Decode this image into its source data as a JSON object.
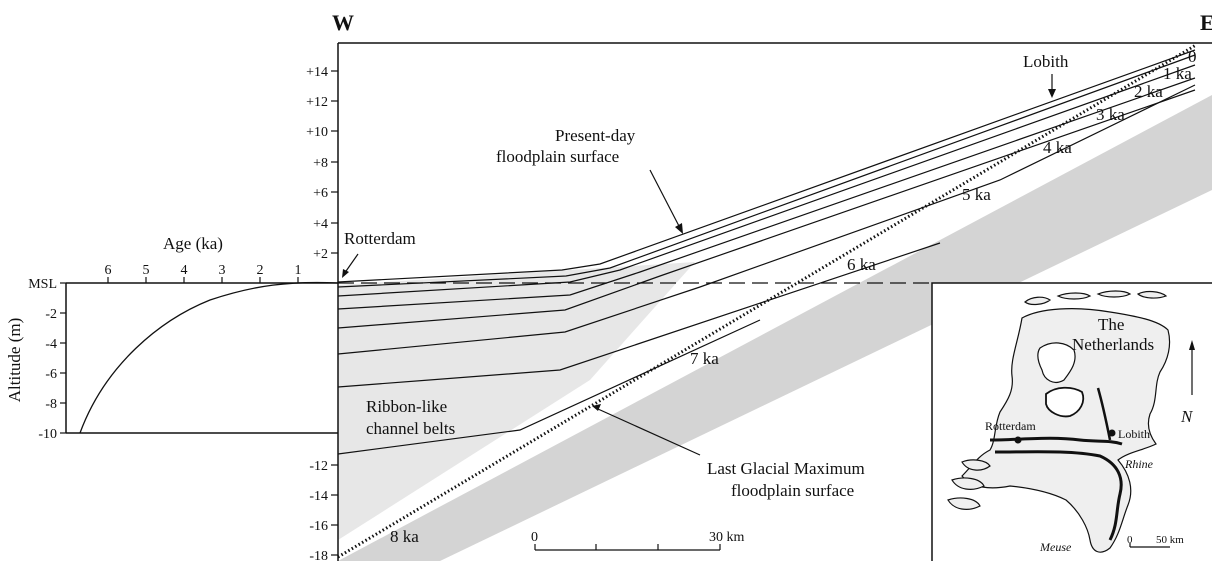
{
  "orientation": {
    "west": "W",
    "east": "E"
  },
  "y_axis": {
    "label": "Altitude (m)",
    "ticks_upper": [
      "+14",
      "+12",
      "+10",
      "+8",
      "+6",
      "+4",
      "+2"
    ],
    "tick_msl": "MSL",
    "ticks_left": [
      "-2",
      "-4",
      "-6",
      "-8",
      "-10"
    ],
    "ticks_lower": [
      "-12",
      "-14",
      "-16",
      "-18"
    ]
  },
  "age_axis": {
    "label": "Age (ka)",
    "ticks": [
      "6",
      "5",
      "4",
      "3",
      "2",
      "1"
    ]
  },
  "places": {
    "rotterdam": "Rotterdam",
    "lobith": "Lobith"
  },
  "isochrones": [
    "0",
    "1 ka",
    "2 ka",
    "3 ka",
    "4 ka",
    "5 ka",
    "6 ka",
    "7 ka",
    "8 ka"
  ],
  "annotations": {
    "present_day_1": "Present-day",
    "present_day_2": "floodplain surface",
    "lgm_1": "Last Glacial Maximum",
    "lgm_2": "floodplain surface",
    "ribbon_1": "Ribbon-like",
    "ribbon_2": "channel belts"
  },
  "scale_bar": {
    "start": "0",
    "end": "30 km"
  },
  "inset": {
    "country_1": "The",
    "country_2": "Netherlands",
    "city_1": "Rotterdam",
    "city_2": "Lobith",
    "river_1": "Rhine",
    "river_2": "Meuse",
    "north": "N",
    "scale_start": "0",
    "scale_end": "50 km"
  },
  "colors": {
    "line": "#111111",
    "shade_dark": "#d4d4d4",
    "shade_light": "#e7e7e7",
    "inset_land": "#efefef"
  }
}
